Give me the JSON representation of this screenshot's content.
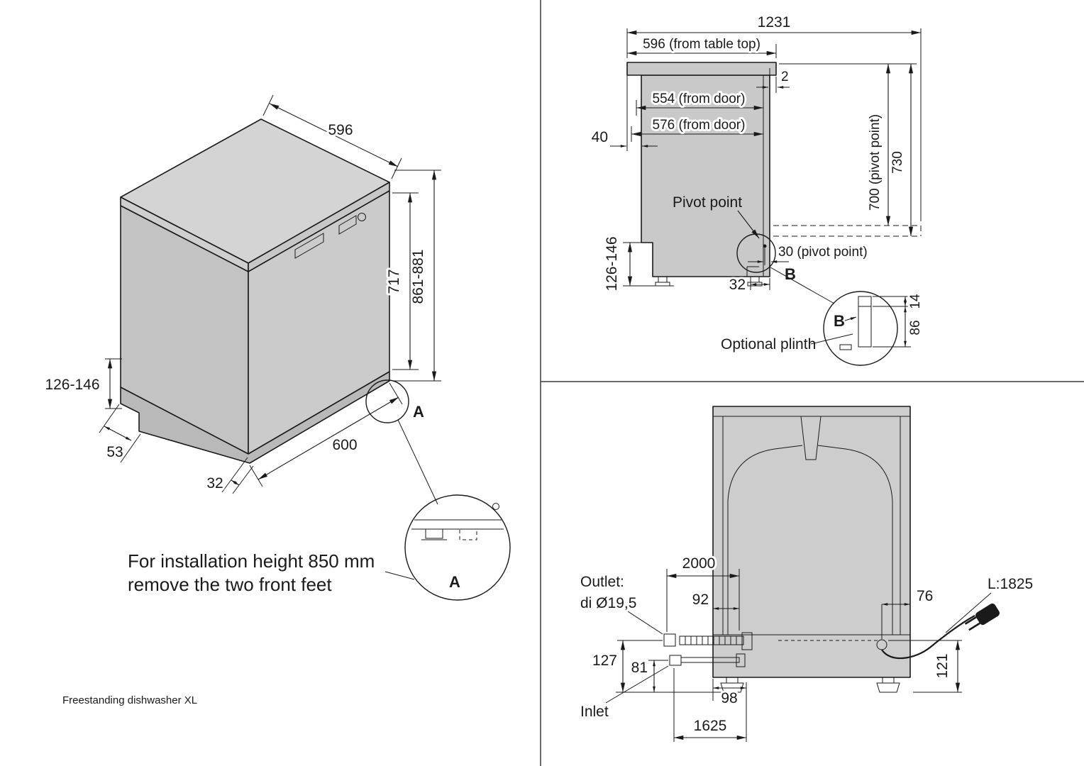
{
  "colors": {
    "machine_gray": "#c9c9c9",
    "line": "#1a1a1a"
  },
  "footer": {
    "caption": "Freestanding dishwasher XL"
  },
  "iso": {
    "dim_width_top": "596",
    "dim_door_height": "717",
    "dim_total_height": "861-881",
    "dim_plinth_height": "126-146",
    "dim_foot_depth": "53",
    "dim_depth": "600",
    "dim_front_recess": "32",
    "detail_ref": "A",
    "detail_ref_big": "A",
    "note_line1": "For installation height 850 mm",
    "note_line2": "remove the two front feet"
  },
  "side": {
    "dim_total_open": "1231",
    "dim_from_tabletop": "596 (from table top)",
    "dim_gap": "2",
    "dim_554": "554 (from door)",
    "dim_576": "576 (from door)",
    "dim_back_overhang": "40",
    "dim_pivot_height": "700 (pivot point)",
    "dim_730": "730",
    "pivot_label": "Pivot point",
    "dim_plinth_height": "126-146",
    "dim_foot_inset": "32",
    "dim_pivot_inset": "30 (pivot point)",
    "detail_ref": "B",
    "detail_ref_big": "B",
    "plinth_label": "Optional plinth",
    "dim_plinth_gap": "14",
    "dim_plinth_piece": "86"
  },
  "rear": {
    "dim_drain_hose": "2000",
    "dim_drain_offset": "92",
    "dim_cord_offset": "76",
    "cord_length": "L:1825",
    "outlet_line1": "Outlet:",
    "outlet_line2": "di Ø19,5",
    "dim_outlet_height": "127",
    "dim_inlet_height": "81",
    "dim_foot_offset": "98",
    "dim_cord_height": "121",
    "dim_inlet_hose": "1625",
    "inlet_label": "Inlet"
  }
}
